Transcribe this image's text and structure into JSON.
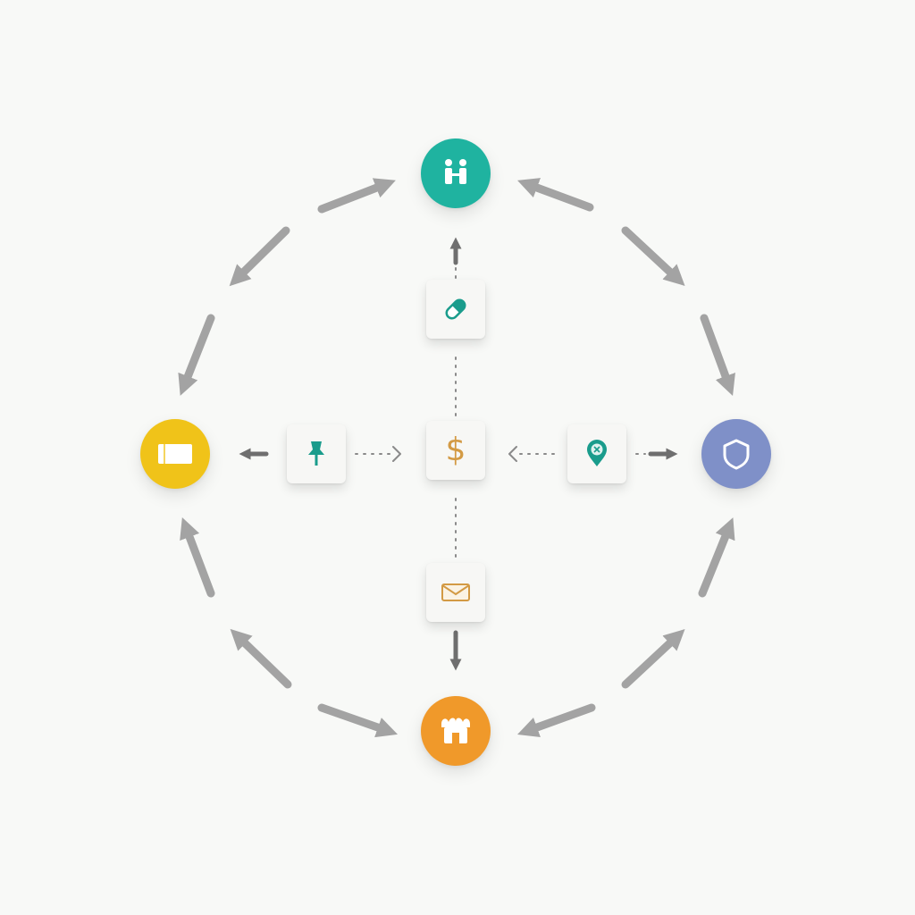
{
  "diagram": {
    "center": {
      "symbol": "$",
      "icon": "dollar-icon"
    },
    "nodes": [
      {
        "id": "top",
        "icon": "people-icon",
        "color": "#1fb3a0"
      },
      {
        "id": "left",
        "icon": "card-icon",
        "color": "#f0c319"
      },
      {
        "id": "right",
        "icon": "shield-icon",
        "color": "#7f90c8"
      },
      {
        "id": "bottom",
        "icon": "shop-icon",
        "color": "#f0992a"
      }
    ],
    "tiles": [
      {
        "id": "top",
        "icon": "pill-icon"
      },
      {
        "id": "left",
        "icon": "pin-icon"
      },
      {
        "id": "right",
        "icon": "location-icon"
      },
      {
        "id": "bottom",
        "icon": "envelope-icon"
      }
    ],
    "connector_color": "#9c9c9c",
    "flow": "cycle"
  }
}
